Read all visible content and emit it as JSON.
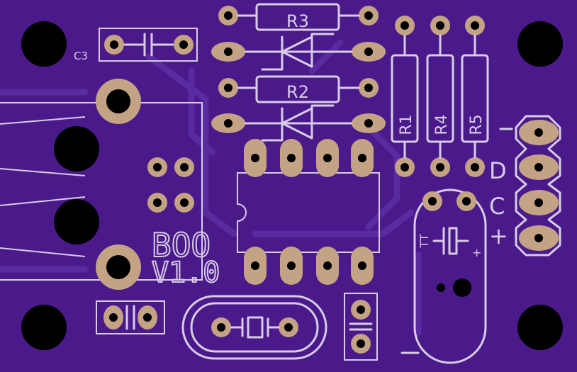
{
  "board": {
    "background": "#4a1a8a",
    "silkscreen_color": "#d8cce6",
    "pad_color": "#c4a284",
    "trace_color": "#5a2aa0",
    "title": "BOO",
    "version": "V1.0"
  },
  "labels": {
    "r3": "R3",
    "r2": "R2",
    "r1": "R1",
    "r4": "R4",
    "r5": "R5",
    "c3": "C3",
    "d": "D",
    "c": "C",
    "plus": "+",
    "minus": "−",
    "cap_tt": "TT",
    "cap_plus": "+"
  }
}
